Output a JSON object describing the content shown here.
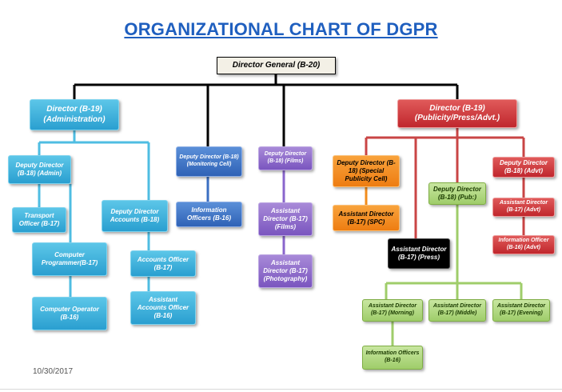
{
  "title": "ORGANIZATIONAL CHART OF DGPR",
  "date": "10/30/2017",
  "nodes": {
    "dg": "Director General (B-20)",
    "dir_admin": "Director (B-19) (Administration)",
    "dd_admin": "Deputy Director (B-18) (Admin)",
    "transport": "Transport Officer (B-17)",
    "comp_prog": "Computer Programmer(B-17)",
    "comp_op": "Computer Operator (B-16)",
    "dd_accounts": "Deputy Director Accounts (B-18)",
    "acc_officer": "Accounts Officer (B-17)",
    "asst_acc": "Assistant Accounts Officer (B-16)",
    "dd_monitoring": "Deputy Director (B-18) (Monitoring Cell)",
    "info_off_mon": "Information Officers (B-16)",
    "dd_films": "Deputy Director (B-18) (Films)",
    "ad_films": "Assistant Director (B-17) (Films)",
    "ad_photo": "Assistant Director (B-17) (Photography)",
    "dir_pub": "Director (B-19) (Publicity/Press/Advt.)",
    "dd_spc": "Deputy Director (B-18) (Special Publicity Cell)",
    "ad_spc": "Assistant Director (B-17) (SPC)",
    "dd_pub": "Deputy Director (B-18) (Pub:)",
    "ad_press": "Assistant Director (B-17) (Press)",
    "dd_advt": "Deputy Director (B-18) (Advt)",
    "ad_advt": "Assistant Director (B-17) (Advt)",
    "io_advt": "Information Officer (B-16) (Advt)",
    "ad_morning": "Assistant Director (B-17) (Morning)",
    "ad_middle": "Assistant Director (B-17) (Middle)",
    "ad_evening": "Assistant Director (B-17) (Evening)",
    "info_off_b16": "Information Officers (B-16)"
  },
  "colors": {
    "title": "#1f5fbf",
    "admin_branch": "#2a9fd0",
    "monitoring": "#2f62b6",
    "films": "#7a55bf",
    "publicity": "#c0272d",
    "spc": "#ee7d12",
    "pub_green": "#9fcd6a",
    "connector_main": "#000000"
  }
}
